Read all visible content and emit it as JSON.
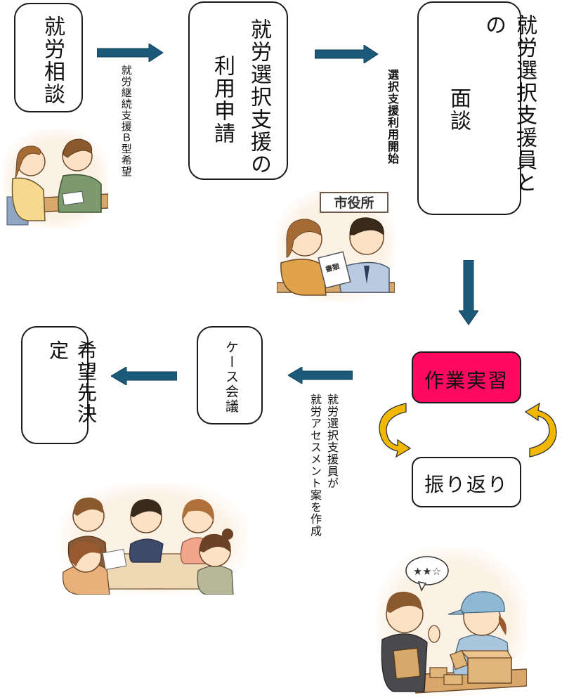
{
  "colors": {
    "arrow": "#1b5a7a",
    "loop_arrow": "#f2b800",
    "highlight_box": "#ff0a60",
    "border": "#1a1a1a"
  },
  "steps": {
    "consult": "就労相談",
    "apply_line1": "就労選択支援の",
    "apply_line2": "利用申請",
    "interview_line1": "就労選択支援員との",
    "interview_line2": "面談",
    "practice": "作業実習",
    "review": "振り返り",
    "case_meeting": "ケース会議",
    "decision": "希望先決定"
  },
  "notes": {
    "after_consult": "就労継続支援Ｂ型希望",
    "after_apply": "選択支援利用開始",
    "assessment_line1": "就労選択支援員が",
    "assessment_line2": "就労アセスメント案を作成"
  },
  "illustrations": {
    "city_hall_sign": "市役所",
    "document_label": "書類",
    "rating_stars": "★★☆"
  }
}
